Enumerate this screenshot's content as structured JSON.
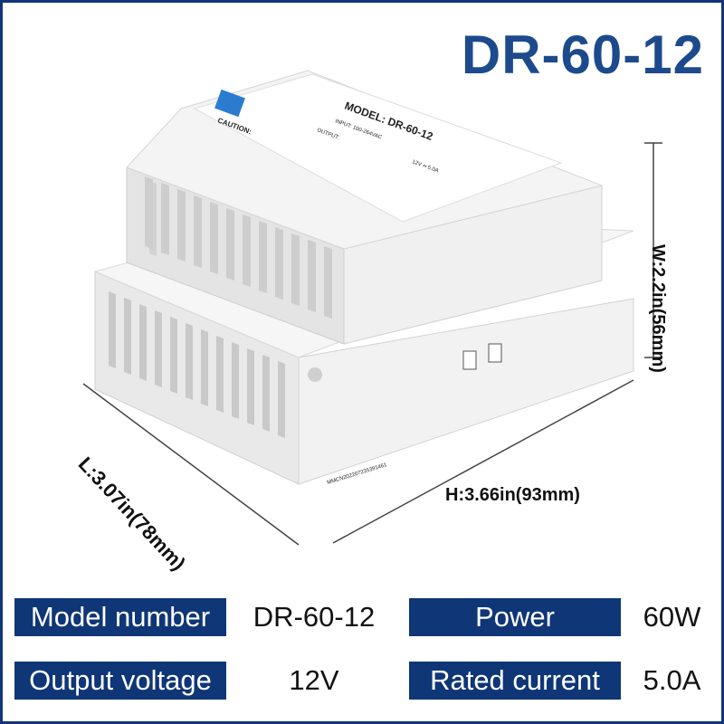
{
  "title": "DR-60-12",
  "product_label": {
    "caution": "CAUTION:",
    "model": "MODEL: DR-60-12",
    "input": "INPUT: 100-264VAC",
    "output": "OUTPUT:",
    "output_voltage": "12V",
    "output_current": "5.0A",
    "serial": "MMCN202207235391461"
  },
  "dimensions": {
    "width": "W:2.2in(56mm)",
    "height": "H:3.66in(93mm)",
    "length": "L:3.07in(78mm)"
  },
  "specs": [
    {
      "label": "Model number",
      "value": "DR-60-12"
    },
    {
      "label": "Power",
      "value": "60W"
    },
    {
      "label": "Output voltage",
      "value": "12V"
    },
    {
      "label": "Rated current",
      "value": "5.0A"
    }
  ],
  "colors": {
    "accent": "#0f3676",
    "title": "#1d4a8c"
  }
}
